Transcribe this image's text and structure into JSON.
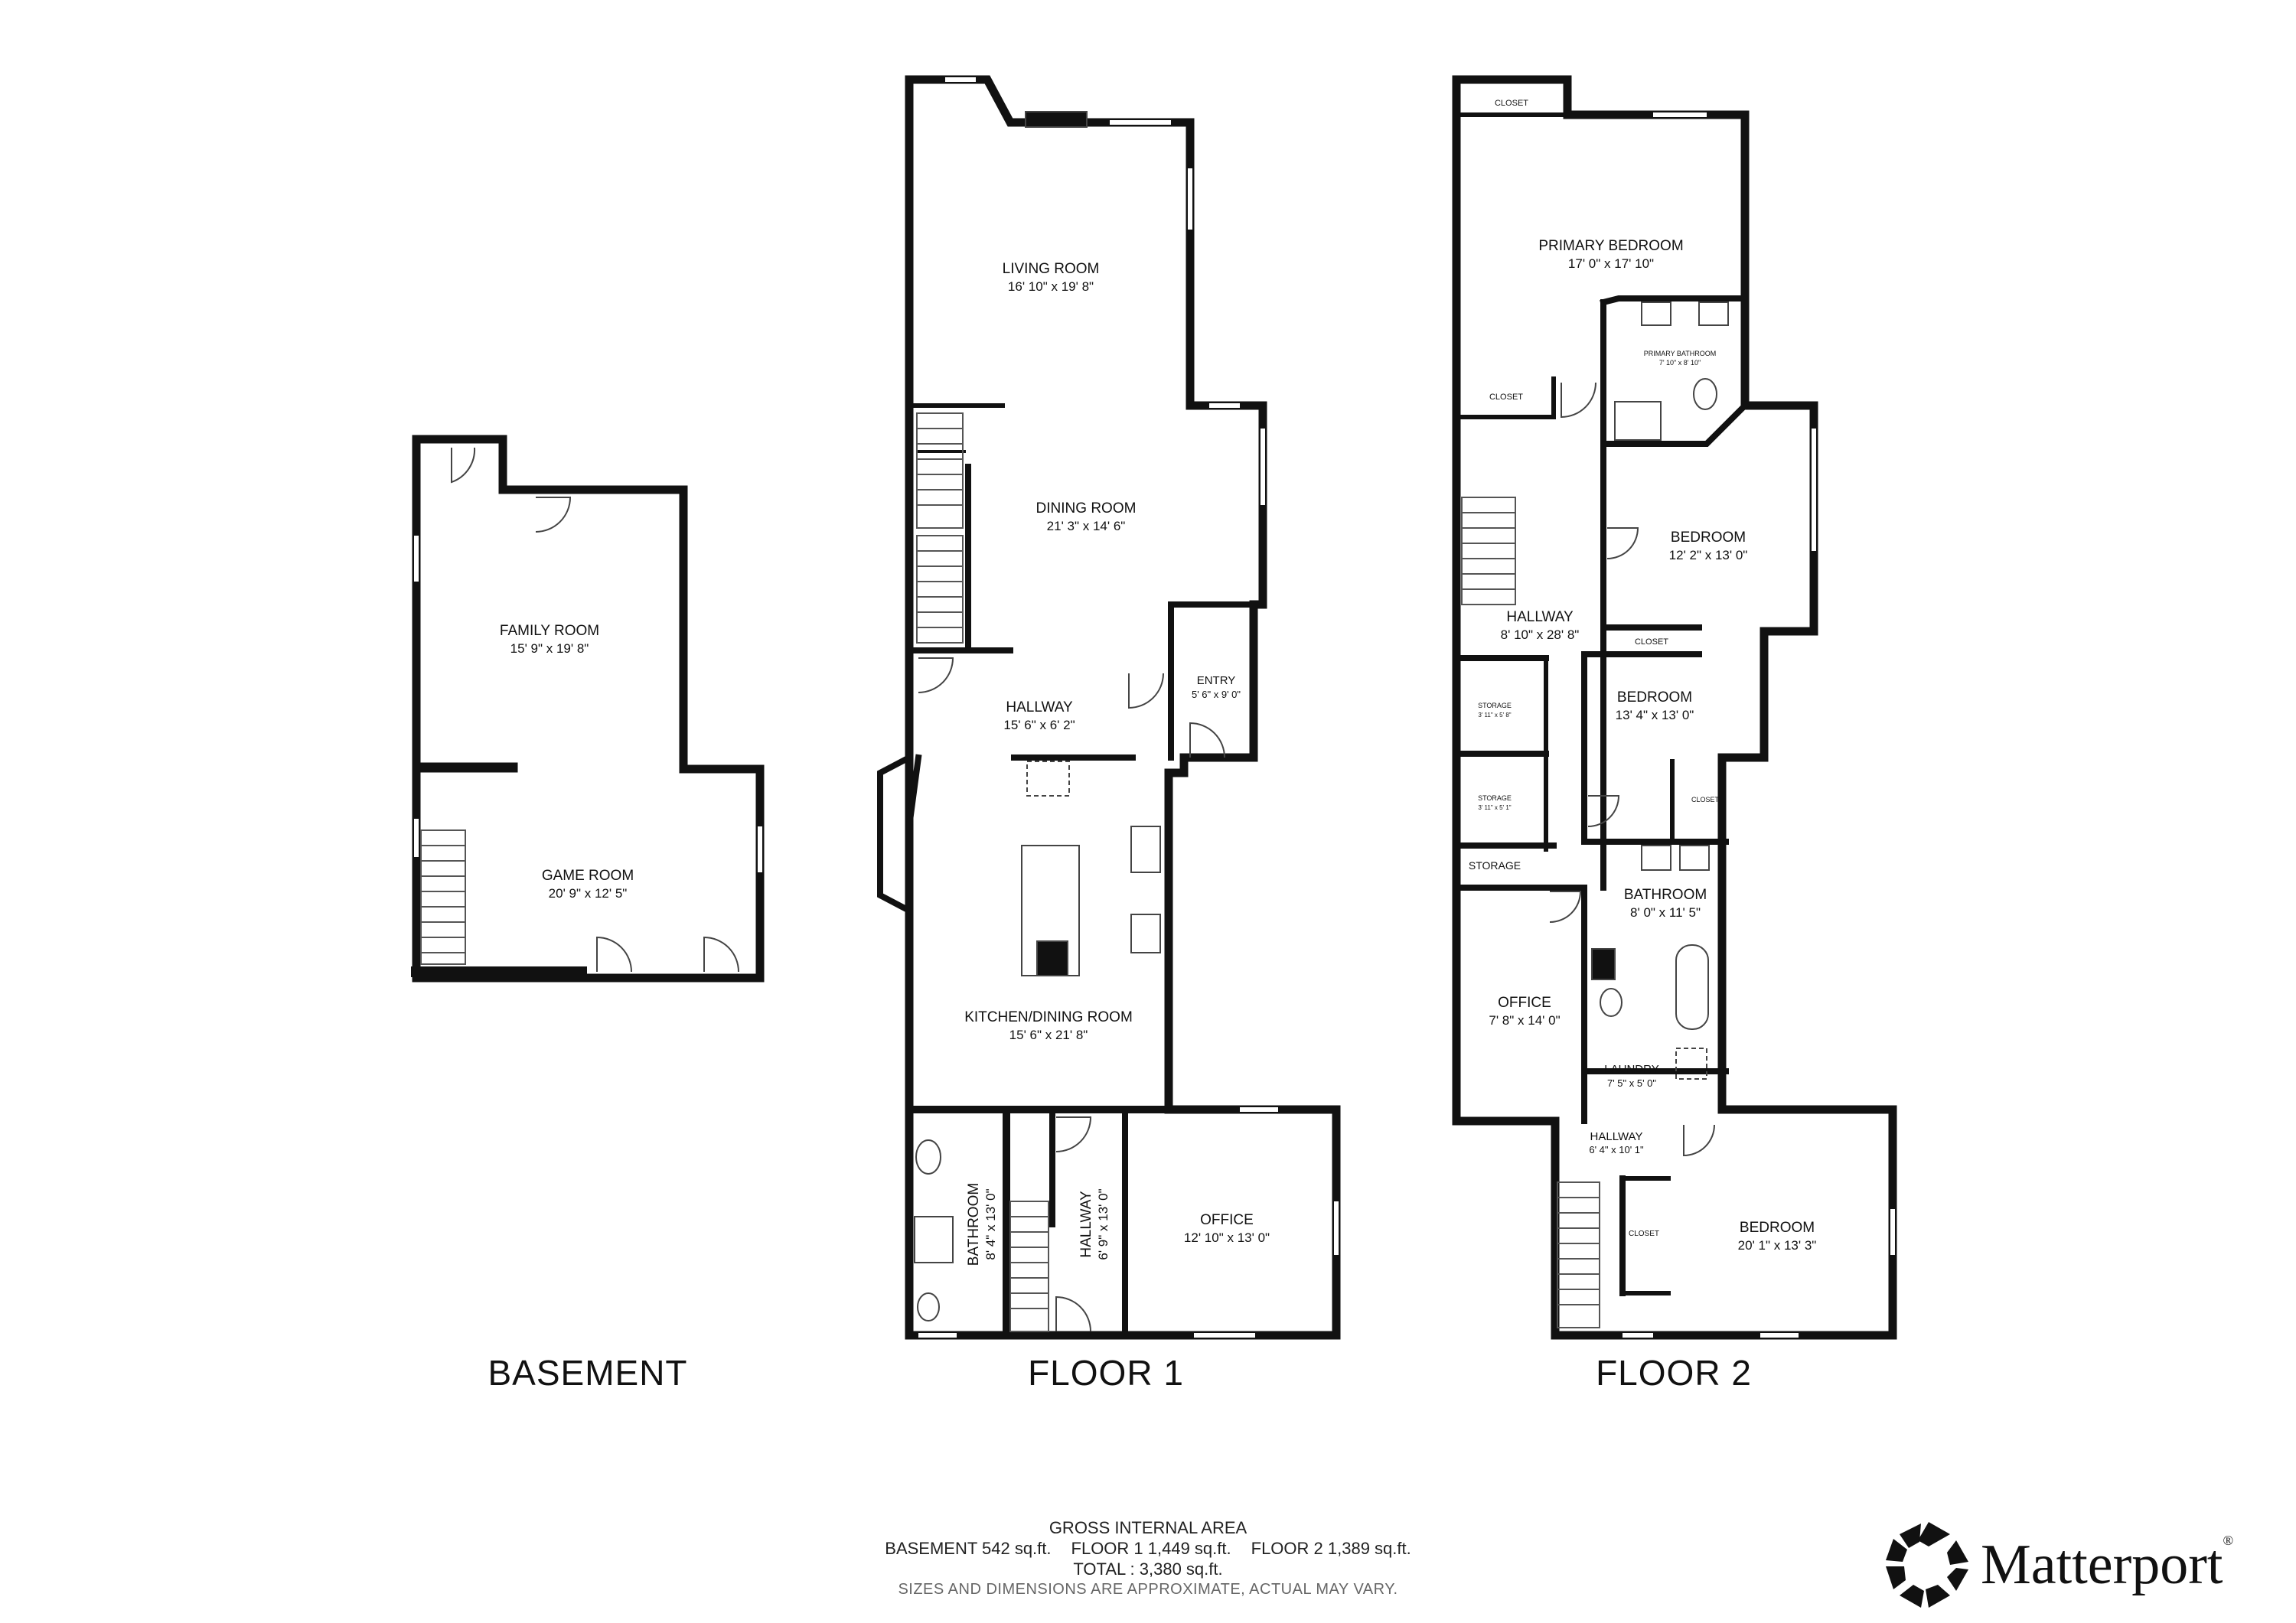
{
  "floors": {
    "basement": {
      "label": "BASEMENT",
      "rooms": {
        "family_room": {
          "name": "FAMILY ROOM",
          "dims": "15' 9\" x 19' 8\""
        },
        "game_room": {
          "name": "GAME ROOM",
          "dims": "20' 9\" x 12' 5\""
        }
      }
    },
    "floor1": {
      "label": "FLOOR 1",
      "rooms": {
        "living_room": {
          "name": "LIVING ROOM",
          "dims": "16' 10\" x 19' 8\""
        },
        "dining_room": {
          "name": "DINING ROOM",
          "dims": "21' 3\" x 14' 6\""
        },
        "hallway": {
          "name": "HALLWAY",
          "dims": "15' 6\" x 6' 2\""
        },
        "entry": {
          "name": "ENTRY",
          "dims": "5' 6\" x 9' 0\""
        },
        "kitchen": {
          "name": "KITCHEN/DINING ROOM",
          "dims": "15' 6\" x 21' 8\""
        },
        "bathroom": {
          "name": "BATHROOM",
          "dims": "8' 4\" x 13' 0\""
        },
        "hallway2": {
          "name": "HALLWAY",
          "dims": "6' 9\" x 13' 0\""
        },
        "office": {
          "name": "OFFICE",
          "dims": "12' 10\" x 13' 0\""
        }
      }
    },
    "floor2": {
      "label": "FLOOR 2",
      "rooms": {
        "closet_top": {
          "name": "CLOSET"
        },
        "primary_bedroom": {
          "name": "PRIMARY BEDROOM",
          "dims": "17' 0\" x 17' 10\""
        },
        "primary_bathroom": {
          "name": "PRIMARY BATHROOM",
          "dims": "7' 10\" x 8' 10\""
        },
        "closet_left": {
          "name": "CLOSET"
        },
        "bedroom1": {
          "name": "BEDROOM",
          "dims": "12' 2\" x 13' 0\""
        },
        "closet_mid": {
          "name": "CLOSET"
        },
        "hallway": {
          "name": "HALLWAY",
          "dims": "8' 10\" x 28' 8\""
        },
        "storage1": {
          "name": "STORAGE",
          "dims": "3' 11\" x 5' 8\""
        },
        "storage2": {
          "name": "STORAGE",
          "dims": "3' 11\" x 5' 1\""
        },
        "storage3": {
          "name": "STORAGE"
        },
        "bedroom2": {
          "name": "BEDROOM",
          "dims": "13' 4\" x 13' 0\""
        },
        "closet_small": {
          "name": "CLOSET"
        },
        "bathroom": {
          "name": "BATHROOM",
          "dims": "8' 0\" x 11' 5\""
        },
        "office": {
          "name": "OFFICE",
          "dims": "7' 8\" x 14' 0\""
        },
        "laundry": {
          "name": "LAUNDRY",
          "dims": "7' 5\" x 5' 0\""
        },
        "hallway2": {
          "name": "HALLWAY",
          "dims": "6' 4\" x 10' 1\""
        },
        "closet_bottom": {
          "name": "CLOSET"
        },
        "bedroom3": {
          "name": "BEDROOM",
          "dims": "20' 1\" x 13' 3\""
        }
      }
    }
  },
  "area": {
    "title": "GROSS INTERNAL AREA",
    "basement": "BASEMENT 542 sq.ft.",
    "floor1": "FLOOR 1 1,449 sq.ft.",
    "floor2": "FLOOR 2 1,389 sq.ft.",
    "total": "TOTAL :  3,380 sq.ft.",
    "disclaimer": "SIZES AND DIMENSIONS ARE APPROXIMATE, ACTUAL MAY VARY."
  },
  "brand": {
    "name": "Matterport",
    "trademark": "®"
  }
}
